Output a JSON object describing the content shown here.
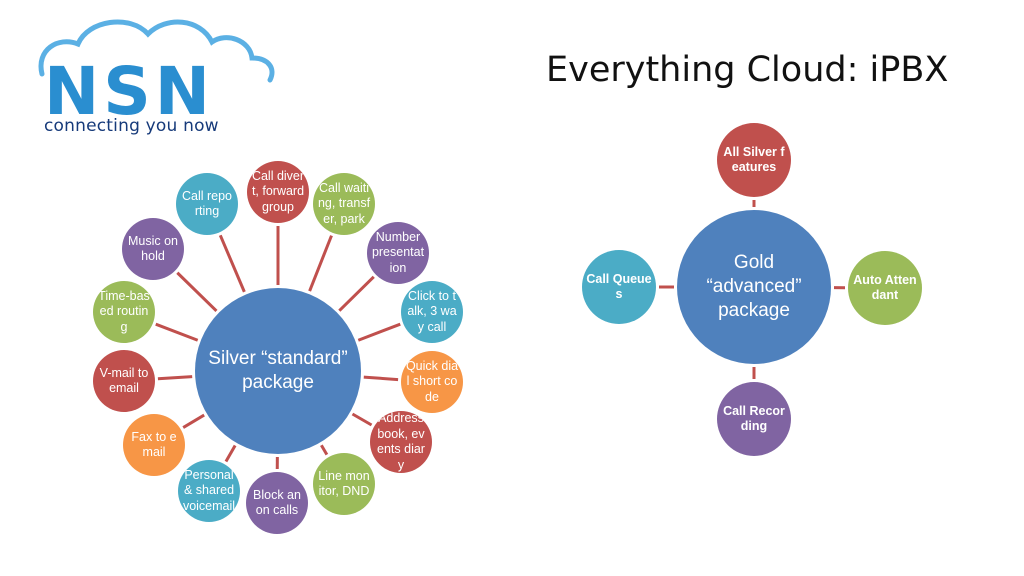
{
  "logo": {
    "wordmark": "NSN",
    "tagline": "connecting you now"
  },
  "title": "Everything Cloud: iPBX",
  "silver": {
    "center": {
      "label": "Silver “standard” package",
      "color": "#4f81bd"
    },
    "items": [
      {
        "label": "Call divert, forward group",
        "color": "#c0504d"
      },
      {
        "label": "Call waiting, transfer, park",
        "color": "#9bbb59"
      },
      {
        "label": "Number presentation",
        "color": "#8064a2"
      },
      {
        "label": "Click to talk, 3 way call",
        "color": "#4bacc6"
      },
      {
        "label": "Quick dial short code",
        "color": "#f79646"
      },
      {
        "label": "Address book, events diary",
        "color": "#c0504d"
      },
      {
        "label": "Line monitor, DND",
        "color": "#9bbb59"
      },
      {
        "label": "Block anon calls",
        "color": "#8064a2"
      },
      {
        "label": "Personal & shared voicemail",
        "color": "#4bacc6"
      },
      {
        "label": "Fax to email",
        "color": "#f79646"
      },
      {
        "label": "V-mail to email",
        "color": "#c0504d"
      },
      {
        "label": "Time-based routing",
        "color": "#9bbb59"
      },
      {
        "label": "Music on hold",
        "color": "#8064a2"
      },
      {
        "label": "Call reporting",
        "color": "#4bacc6"
      }
    ]
  },
  "gold": {
    "center": {
      "label": "Gold “advanced” package",
      "color": "#4f81bd"
    },
    "items": [
      {
        "label": "All Silver features",
        "color": "#c0504d"
      },
      {
        "label": "Auto Attendant",
        "color": "#9bbb59"
      },
      {
        "label": "Call Recording",
        "color": "#8064a2"
      },
      {
        "label": "Call Queues",
        "color": "#4bacc6"
      }
    ]
  },
  "connector_color": "#c0504d",
  "logo_colors": {
    "wordmark": "#2a8ed0",
    "tagline": "#163a7a",
    "cloud": "#5bb0e4"
  }
}
